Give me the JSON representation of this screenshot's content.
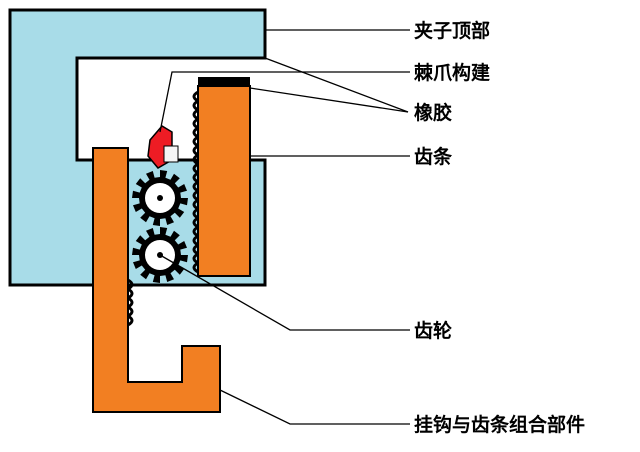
{
  "labels": {
    "clamp_top": "夹子顶部",
    "ratchet": "棘爪构建",
    "rubber": "橡胶",
    "rack": "齿条",
    "gear": "齿轮",
    "hook_rack": "挂钩与齿条组合部件"
  },
  "colors": {
    "clamp": "#a8dce8",
    "orange": "#f27f22",
    "red": "#ee1c24",
    "outline": "#000000",
    "background": "#ffffff"
  }
}
